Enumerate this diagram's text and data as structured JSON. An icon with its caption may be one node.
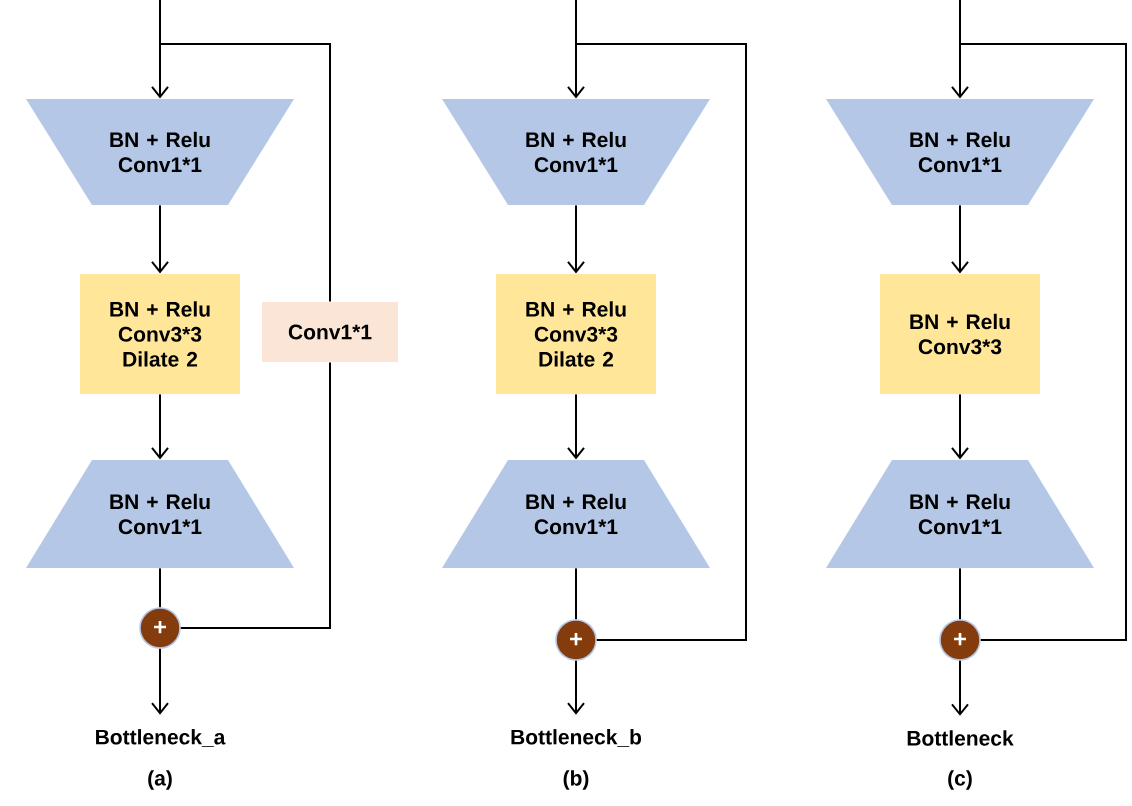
{
  "diagram": {
    "nodes": [
      {
        "text": [
          "BN + Relu Conv1*1"
        ]
      },
      {
        "text": [
          "BN + Relu Conv3*3 Dilate 2"
        ]
      },
      {
        "text": [
          "BN + Relu Conv1*1"
        ]
      },
      {
        "text": [
          "Conv1*1"
        ]
      },
      {
        "text": [
          "+"
        ]
      },
      {
        "text": [
          "BN + Relu Conv1*1"
        ]
      },
      {
        "text": [
          "BN + Relu Conv3*3 Dilate 2"
        ]
      },
      {
        "text": [
          "BN + Relu Conv1*1"
        ]
      },
      {
        "text": [
          "+"
        ]
      },
      {
        "text": [
          "BN + Relu Conv1*1"
        ]
      },
      {
        "text": [
          "BN + Relu Conv3*3"
        ]
      },
      {
        "text": [
          "BN + Relu Conv1*1"
        ]
      },
      {
        "text": [
          "+"
        ]
      },
      {
        "text": [
          "Bottleneck_a"
        ]
      },
      {
        "text": [
          "Bottleneck_b"
        ]
      },
      {
        "text": [
          "Bottleneck"
        ]
      }
    ],
    "edges": [
      {
        "from": null,
        "to": 0,
        "arrow": "to"
      },
      {
        "from": 0,
        "to": 1,
        "arrow": "to"
      },
      {
        "from": 1,
        "to": 2,
        "arrow": "to"
      },
      {
        "from": 2,
        "to": 4,
        "arrow": "none"
      },
      {
        "from": 4,
        "to": 13,
        "arrow": "to"
      },
      {
        "from": null,
        "to": 3,
        "arrow": "none"
      },
      {
        "from": 3,
        "to": 4,
        "arrow": "none"
      },
      {
        "from": null,
        "to": 5,
        "arrow": "to"
      },
      {
        "from": 5,
        "to": 6,
        "arrow": "to"
      },
      {
        "from": 6,
        "to": 7,
        "arrow": "to"
      },
      {
        "from": 7,
        "to": 8,
        "arrow": "none"
      },
      {
        "from": 8,
        "to": 14,
        "arrow": "to"
      },
      {
        "from": null,
        "to": 8,
        "arrow": "none"
      },
      {
        "from": null,
        "to": 9,
        "arrow": "to"
      },
      {
        "from": 9,
        "to": 10,
        "arrow": "to"
      },
      {
        "from": 10,
        "to": 11,
        "arrow": "to"
      },
      {
        "from": 11,
        "to": 12,
        "arrow": "none"
      },
      {
        "from": 12,
        "to": 15,
        "arrow": "to"
      },
      {
        "from": null,
        "to": 12,
        "arrow": "none"
      }
    ],
    "labels": [
      "(a)",
      "(b)",
      "(c)"
    ]
  }
}
